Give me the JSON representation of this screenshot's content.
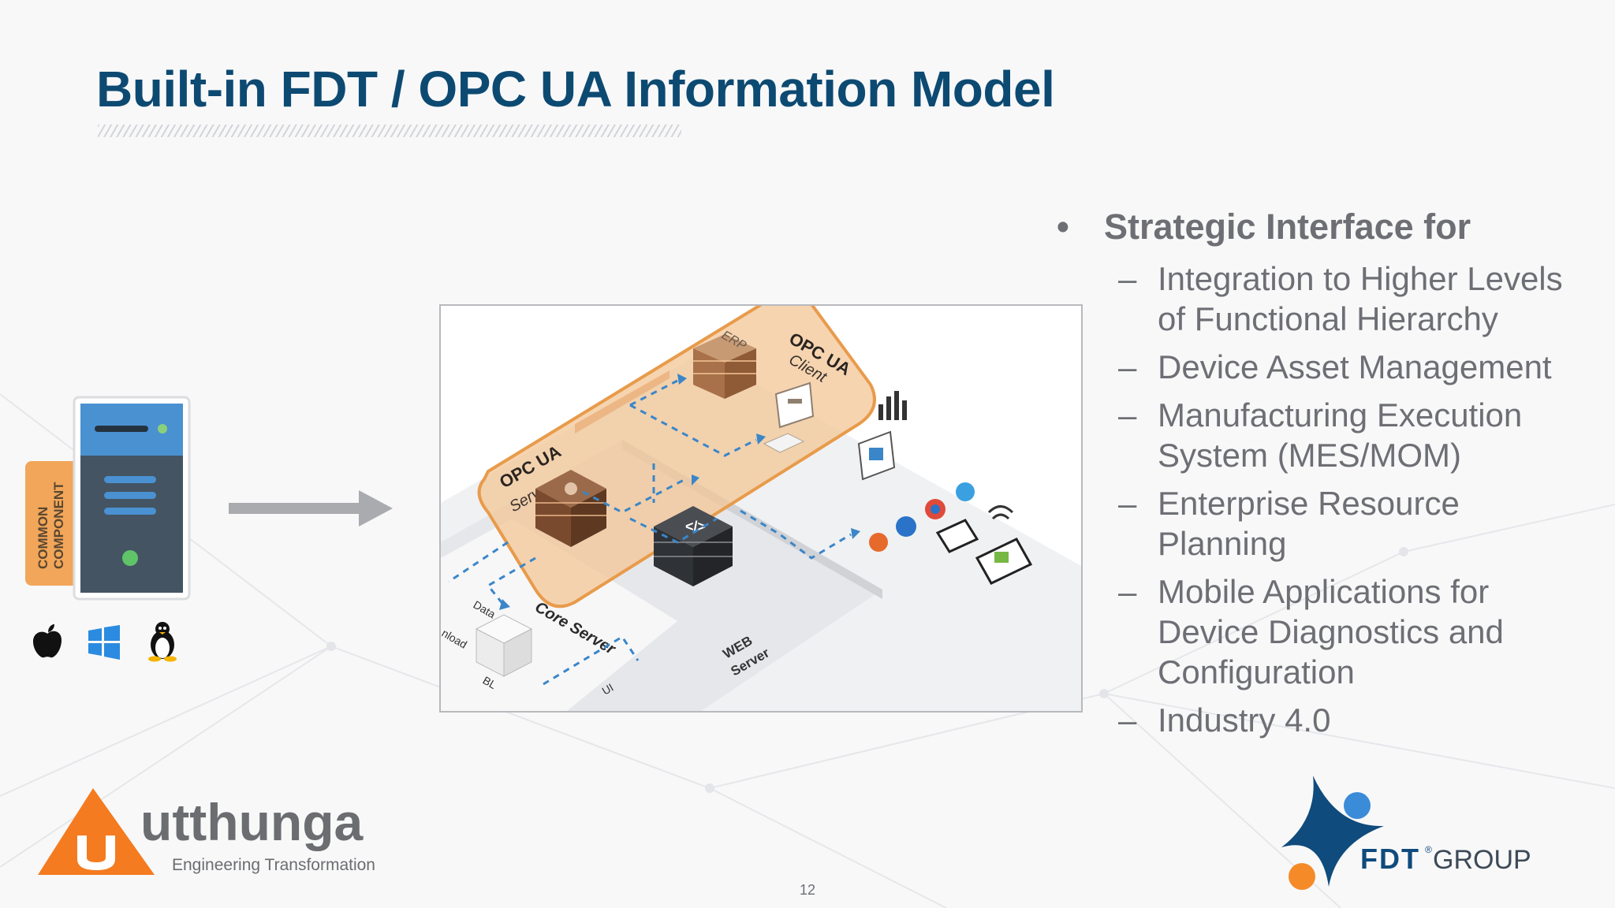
{
  "slide": {
    "title": "Built-in FDT / OPC UA Information Model",
    "page_number": "12"
  },
  "bullets": {
    "main_marker": "•",
    "main": "Strategic Interface for",
    "dash_marker": "–",
    "sub_items": [
      {
        "lines": [
          "Integration to Higher Levels",
          "of Functional Hierarchy"
        ]
      },
      {
        "lines": [
          "Device Asset Management"
        ]
      },
      {
        "lines": [
          "Manufacturing Execution",
          "System (MES/MOM)"
        ]
      },
      {
        "lines": [
          "Enterprise Resource",
          "Planning"
        ]
      },
      {
        "lines": [
          "Mobile Applications for",
          "Device Diagnostics and",
          "Configuration"
        ]
      },
      {
        "lines": [
          "Industry 4.0"
        ]
      }
    ]
  },
  "component": {
    "tab_line1": "COMMON",
    "tab_line2": "COMPONENT",
    "os_icons": [
      "apple-icon",
      "windows-icon",
      "linux-icon"
    ]
  },
  "diagram": {
    "erp": "ERP",
    "opc_client_title": "OPC UA",
    "opc_client_sub": "Client",
    "opc_server_title": "OPC UA",
    "opc_server_sub": "Server",
    "core_server": "Core Server",
    "web_server_line1": "WEB",
    "web_server_line2": "Server",
    "data": "Data",
    "upload": "nload",
    "bl": "BL",
    "ui": "UI",
    "accent_color": "#f3b06a",
    "flow_color": "#3a86c8"
  },
  "logos": {
    "utthunga_name": "utthunga",
    "utthunga_tagline": "Engineering Transformation",
    "fdt_name": "FDT",
    "fdt_mark": "®",
    "fdt_group": "GROUP"
  }
}
